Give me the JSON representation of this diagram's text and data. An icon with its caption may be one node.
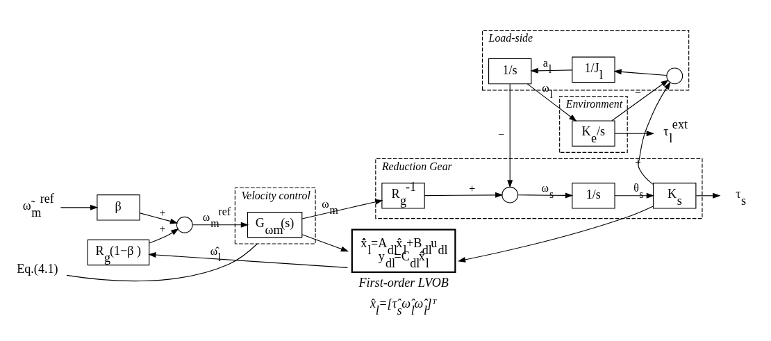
{
  "diagram": {
    "nodes": [
      {
        "text": [
          "ω̃$_{m}$$^{ref}$"
        ]
      },
      {
        "text": [
          "β"
        ]
      },
      {
        "text": [],
        "shape": "circle"
      },
      {
        "text": [
          "R$_{g}$(1−β )"
        ]
      },
      {
        "text": [
          "Velocity control"
        ]
      },
      {
        "text": [
          "G$_{ωm}$(s)"
        ],
        "in": 4
      },
      {
        "text": [
          "Eq.(4.1)"
        ]
      },
      {
        "text": [
          "Environment"
        ]
      },
      {
        "text": [
          "K$_{e}$/s"
        ],
        "in": 7
      },
      {
        "text": [
          "Load-side"
        ]
      },
      {
        "text": [
          "1/s"
        ],
        "in": 9
      },
      {
        "text": [
          "1/J$_{l}$"
        ],
        "in": 9
      },
      {
        "text": [],
        "shape": "circle",
        "in": 9
      },
      {
        "text": [
          "Reduction Gear"
        ]
      },
      {
        "text": [
          "R$_{g}$$^{-1}$"
        ],
        "in": 13
      },
      {
        "text": [],
        "shape": "circle",
        "in": 13
      },
      {
        "text": [
          "1/s"
        ],
        "in": 13
      },
      {
        "text": [
          "K$_{s}$"
        ],
        "in": 13
      },
      {
        "text": [
          "x̂̇$_{l}$=A$_{dl}$x̂$_{l}$+B$_{dl}$u$_{dl}$",
          "y$_{dl}$=C$_{dl}$x̂$_{l}$"
        ],
        "beside": [
          "First-order LVOB",
          "x̂$_{l}$=[τ̂$_{s}$ω̂$_{l}$ω̂̇$_{l}$]ᵀ"
        ]
      },
      {
        "text": [
          "τ$_{l}$$^{ext}$"
        ]
      },
      {
        "text": [
          "τ$_{s}$"
        ]
      }
    ],
    "edges": [
      {
        "from": 0,
        "to": 1,
        "arrow": "to"
      },
      {
        "from": 1,
        "to": 2,
        "arrow": "to",
        "label": "+"
      },
      {
        "from": 3,
        "to": 2,
        "arrow": "to",
        "label": "+"
      },
      {
        "from": 2,
        "to": 5,
        "arrow": "to",
        "label": "ω$_{m}$$^{ref}$"
      },
      {
        "from": 5,
        "to": 14,
        "arrow": "to",
        "label": "ω$_{m}$"
      },
      {
        "from": 5,
        "to": 18,
        "arrow": "to"
      },
      {
        "from": 18,
        "to": 3,
        "arrow": "to",
        "label": "ω̂$_{l}$"
      },
      {
        "from": 6,
        "to": 4,
        "arrow": "none"
      },
      {
        "from": 14,
        "to": 15,
        "arrow": "to",
        "label": "+"
      },
      {
        "from": 10,
        "to": 15,
        "arrow": "to",
        "label": "−"
      },
      {
        "from": 10,
        "to": 8,
        "arrow": "to",
        "label": "ω$_{l}$"
      },
      {
        "from": 15,
        "to": 16,
        "arrow": "to",
        "label": "ω$_{s}$"
      },
      {
        "from": 16,
        "to": 17,
        "arrow": "to",
        "label": "θ$_{s}$"
      },
      {
        "from": 17,
        "to": 20,
        "arrow": "to"
      },
      {
        "from": 17,
        "to": 18,
        "arrow": "to"
      },
      {
        "from": 17,
        "to": 12,
        "arrow": "to",
        "label": "+"
      },
      {
        "from": 8,
        "to": 19,
        "arrow": "to"
      },
      {
        "from": 8,
        "to": 12,
        "arrow": "to",
        "label": "−"
      },
      {
        "from": 12,
        "to": 11,
        "arrow": "to"
      },
      {
        "from": 11,
        "to": 10,
        "arrow": "to",
        "label": "a$_{l}$"
      }
    ]
  }
}
